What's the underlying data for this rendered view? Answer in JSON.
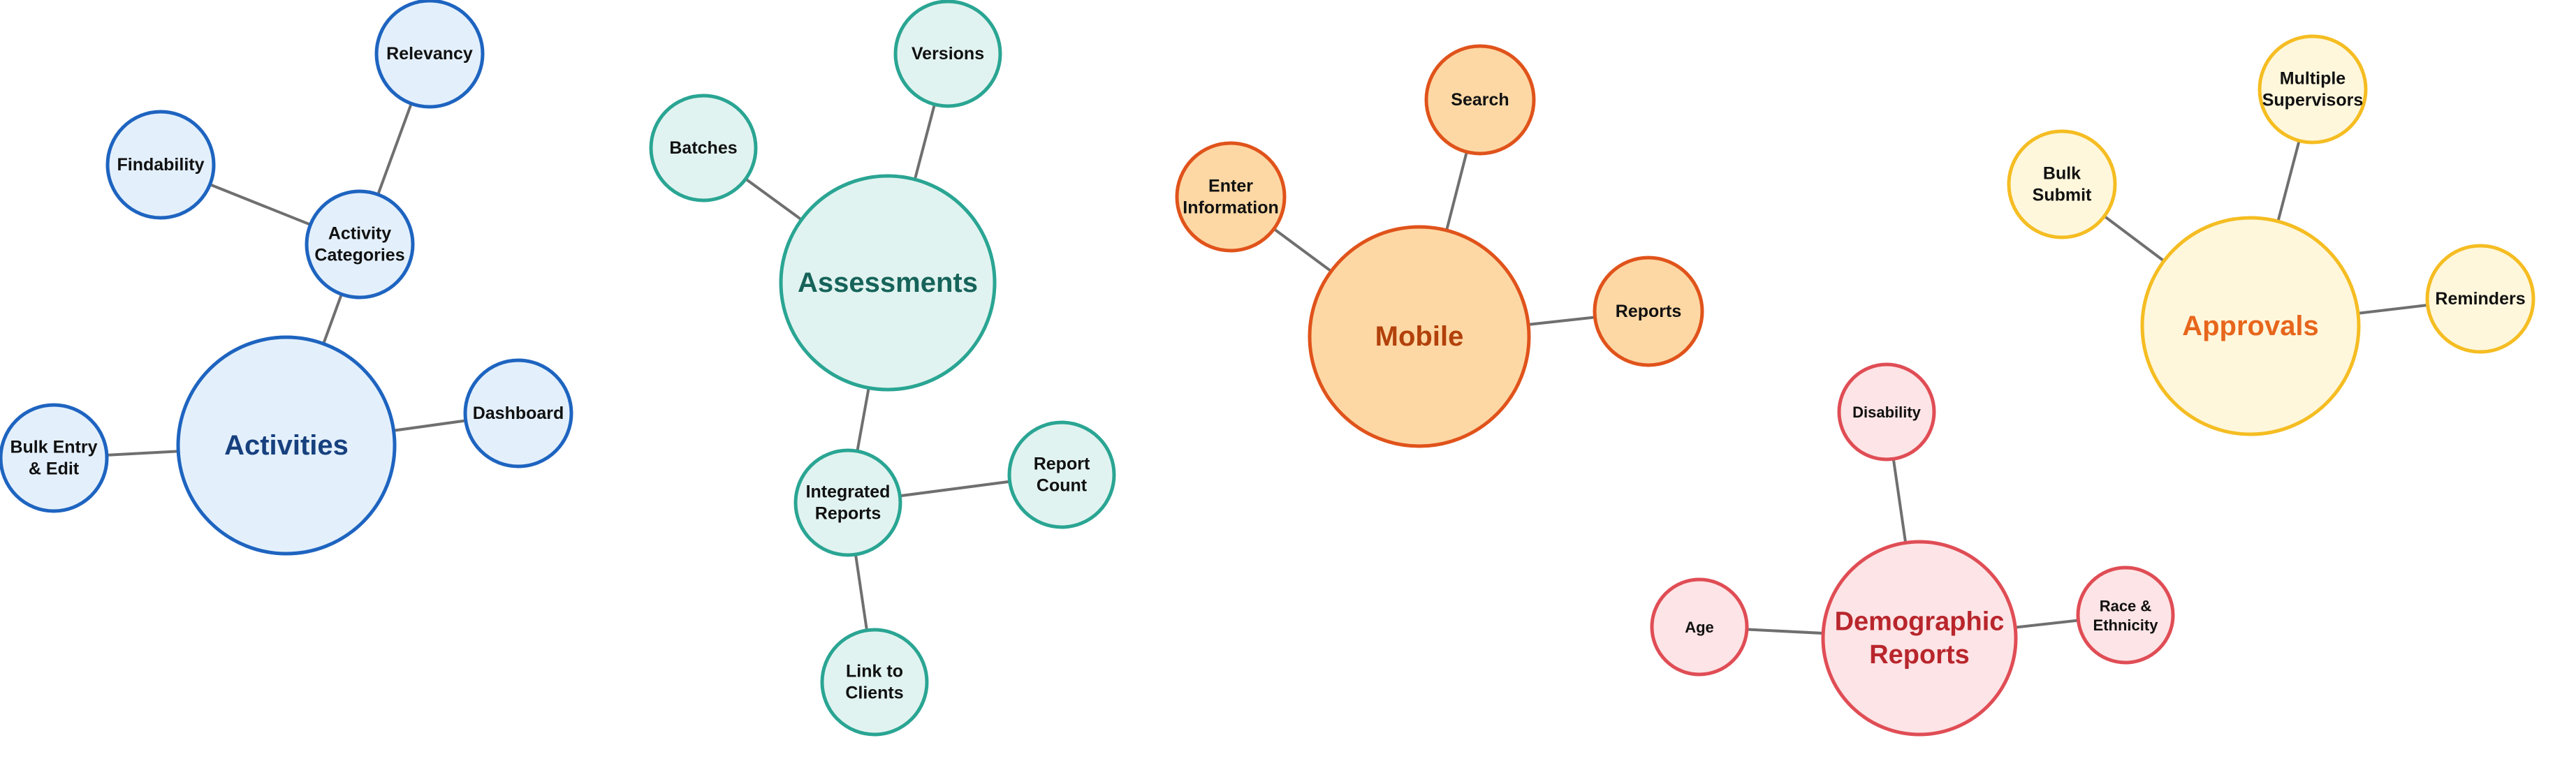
{
  "clusters": [
    {
      "id": "activities",
      "colors": {
        "fill": "#e3f0fc",
        "stroke": "#1e64c0",
        "main_text": "#17407e",
        "leaf_text": "#111111"
      },
      "nodes": [
        {
          "id": "activities",
          "label": "Activities",
          "role": "main"
        },
        {
          "id": "activity-categories",
          "label": "Activity Categories",
          "role": "sub"
        },
        {
          "id": "relevancy",
          "label": "Relevancy",
          "role": "leaf"
        },
        {
          "id": "findability",
          "label": "Findability",
          "role": "leaf"
        },
        {
          "id": "dashboard",
          "label": "Dashboard",
          "role": "leaf"
        },
        {
          "id": "bulk-entry-edit",
          "label": "Bulk Entry & Edit",
          "role": "leaf"
        }
      ],
      "edges": [
        [
          "activities",
          "activity-categories"
        ],
        [
          "activity-categories",
          "relevancy"
        ],
        [
          "activity-categories",
          "findability"
        ],
        [
          "activities",
          "dashboard"
        ],
        [
          "activities",
          "bulk-entry-edit"
        ]
      ]
    },
    {
      "id": "assessments",
      "colors": {
        "fill": "#e1f3f0",
        "stroke": "#2aa593",
        "main_text": "#16635a",
        "leaf_text": "#111111"
      },
      "nodes": [
        {
          "id": "assessments",
          "label": "Assessments",
          "role": "main"
        },
        {
          "id": "versions",
          "label": "Versions",
          "role": "leaf"
        },
        {
          "id": "batches",
          "label": "Batches",
          "role": "leaf"
        },
        {
          "id": "integrated-reports",
          "label": "Integrated Reports",
          "role": "sub"
        },
        {
          "id": "report-count",
          "label": "Report Count",
          "role": "leaf"
        },
        {
          "id": "link-to-clients",
          "label": "Link to Clients",
          "role": "leaf"
        }
      ],
      "edges": [
        [
          "assessments",
          "versions"
        ],
        [
          "assessments",
          "batches"
        ],
        [
          "assessments",
          "integrated-reports"
        ],
        [
          "integrated-reports",
          "report-count"
        ],
        [
          "integrated-reports",
          "link-to-clients"
        ]
      ]
    },
    {
      "id": "mobile",
      "colors": {
        "fill": "#fdd8a4",
        "stroke": "#e0531b",
        "main_text": "#b2410b",
        "leaf_text": "#111111"
      },
      "nodes": [
        {
          "id": "mobile",
          "label": "Mobile",
          "role": "main"
        },
        {
          "id": "search",
          "label": "Search",
          "role": "leaf"
        },
        {
          "id": "enter-information",
          "label": "Enter Information",
          "role": "leaf"
        },
        {
          "id": "reports",
          "label": "Reports",
          "role": "leaf"
        }
      ],
      "edges": [
        [
          "mobile",
          "search"
        ],
        [
          "mobile",
          "enter-information"
        ],
        [
          "mobile",
          "reports"
        ]
      ]
    },
    {
      "id": "approvals",
      "colors": {
        "fill": "#fff7dc",
        "stroke": "#f5bd22",
        "main_text": "#e7661c",
        "leaf_text": "#111111"
      },
      "nodes": [
        {
          "id": "approvals",
          "label": "Approvals",
          "role": "main"
        },
        {
          "id": "multiple-supervisors",
          "label": "Multiple Supervisors",
          "role": "leaf"
        },
        {
          "id": "bulk-submit",
          "label": "Bulk Submit",
          "role": "leaf"
        },
        {
          "id": "reminders",
          "label": "Reminders",
          "role": "leaf"
        }
      ],
      "edges": [
        [
          "approvals",
          "multiple-supervisors"
        ],
        [
          "approvals",
          "bulk-submit"
        ],
        [
          "approvals",
          "reminders"
        ]
      ]
    },
    {
      "id": "demographic-reports",
      "colors": {
        "fill": "#fde4e6",
        "stroke": "#e04d55",
        "main_text": "#b8262c",
        "leaf_text": "#111111"
      },
      "nodes": [
        {
          "id": "demographic-reports",
          "label": "Demographic Reports",
          "role": "main"
        },
        {
          "id": "disability",
          "label": "Disability",
          "role": "leaf"
        },
        {
          "id": "age",
          "label": "Age",
          "role": "leaf"
        },
        {
          "id": "race-ethnicity",
          "label": "Race & Ethnicity",
          "role": "leaf"
        }
      ],
      "edges": [
        [
          "demographic-reports",
          "disability"
        ],
        [
          "demographic-reports",
          "age"
        ],
        [
          "demographic-reports",
          "race-ethnicity"
        ]
      ]
    }
  ]
}
